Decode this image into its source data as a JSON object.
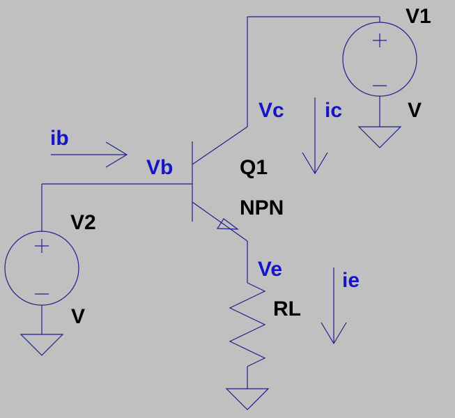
{
  "colors": {
    "background": "#c0c0c0",
    "wire": "#1e1e8c",
    "component_label": "#000000",
    "net_label": "#1414c8"
  },
  "components": {
    "transistor": {
      "name": "Q1",
      "model": "NPN"
    },
    "collector_source": {
      "name": "V1",
      "value": "V"
    },
    "base_source": {
      "name": "V2",
      "value": "V"
    },
    "resistor": {
      "name": "RL"
    }
  },
  "nets": {
    "base": "Vb",
    "collector": "Vc",
    "emitter": "Ve"
  },
  "currents": {
    "base": "ib",
    "collector": "ic",
    "emitter": "ie"
  },
  "source_symbols": {
    "plus": "+",
    "minus": "−"
  }
}
